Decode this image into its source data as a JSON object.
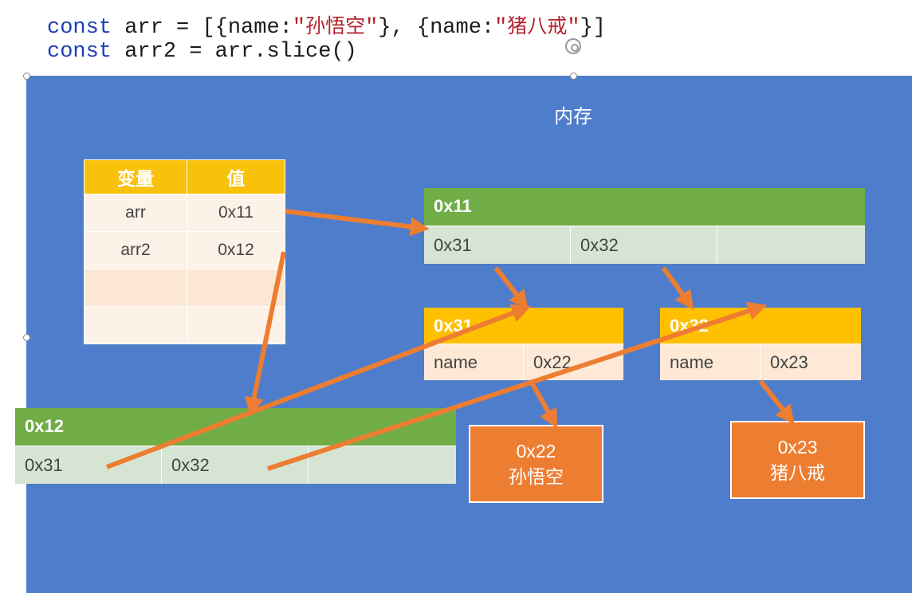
{
  "code": {
    "line1": {
      "kw": "const",
      "t1": " arr = [{name:",
      "q1": "\"",
      "s1": "孙悟空",
      "q2": "\"",
      "t2": "}, {name:",
      "q3": "\"",
      "s2": "猪八戒",
      "q4": "\"",
      "t3": "}]"
    },
    "line2": {
      "kw": "const",
      "t1": " arr2 = arr.slice()"
    }
  },
  "memory_title": "内存",
  "var_table": {
    "headers": [
      "变量",
      "值"
    ],
    "rows": [
      [
        "arr",
        "0x11"
      ],
      [
        "arr2",
        "0x12"
      ],
      [
        "",
        ""
      ],
      [
        "",
        ""
      ]
    ]
  },
  "arr_obj": {
    "addr": "0x11",
    "cells": [
      "0x31",
      "0x32",
      ""
    ]
  },
  "arr2_obj": {
    "addr": "0x12",
    "cells": [
      "0x31",
      "0x32",
      ""
    ]
  },
  "obj31": {
    "addr": "0x31",
    "key": "name",
    "val": "0x22"
  },
  "obj32": {
    "addr": "0x32",
    "key": "name",
    "val": "0x23"
  },
  "str22": {
    "addr": "0x22",
    "value": "孙悟空"
  },
  "str23": {
    "addr": "0x23",
    "value": "猪八戒"
  },
  "colors": {
    "canvas": "#4e7dcc",
    "green": "#70ad47",
    "yellow": "#ffc000",
    "orange": "#ed7d31",
    "arrow": "#ed7d31"
  }
}
